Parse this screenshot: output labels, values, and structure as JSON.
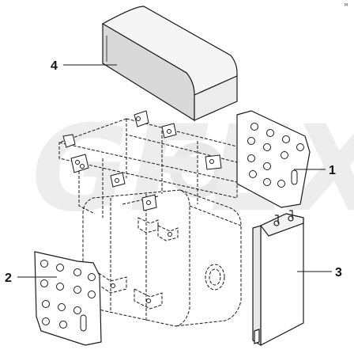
{
  "diagram": {
    "callouts": [
      {
        "id": "1",
        "label": "1",
        "part": "plate-right"
      },
      {
        "id": "2",
        "label": "2",
        "part": "plate-left"
      },
      {
        "id": "3",
        "label": "3",
        "part": "bracket-cover"
      },
      {
        "id": "4",
        "label": "4",
        "part": "top-shield"
      }
    ],
    "watermark": "GFEX",
    "corner_mark": "M"
  },
  "colors": {
    "line": "#1a1a1a",
    "shade": "#d9d9d9",
    "watermark": "#ececec"
  }
}
